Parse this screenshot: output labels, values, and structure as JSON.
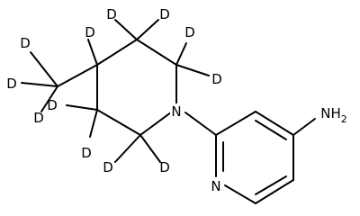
{
  "structure": {
    "atoms": {
      "deuterium": "D",
      "nitrogen": "N",
      "amine": "NH2"
    }
  }
}
